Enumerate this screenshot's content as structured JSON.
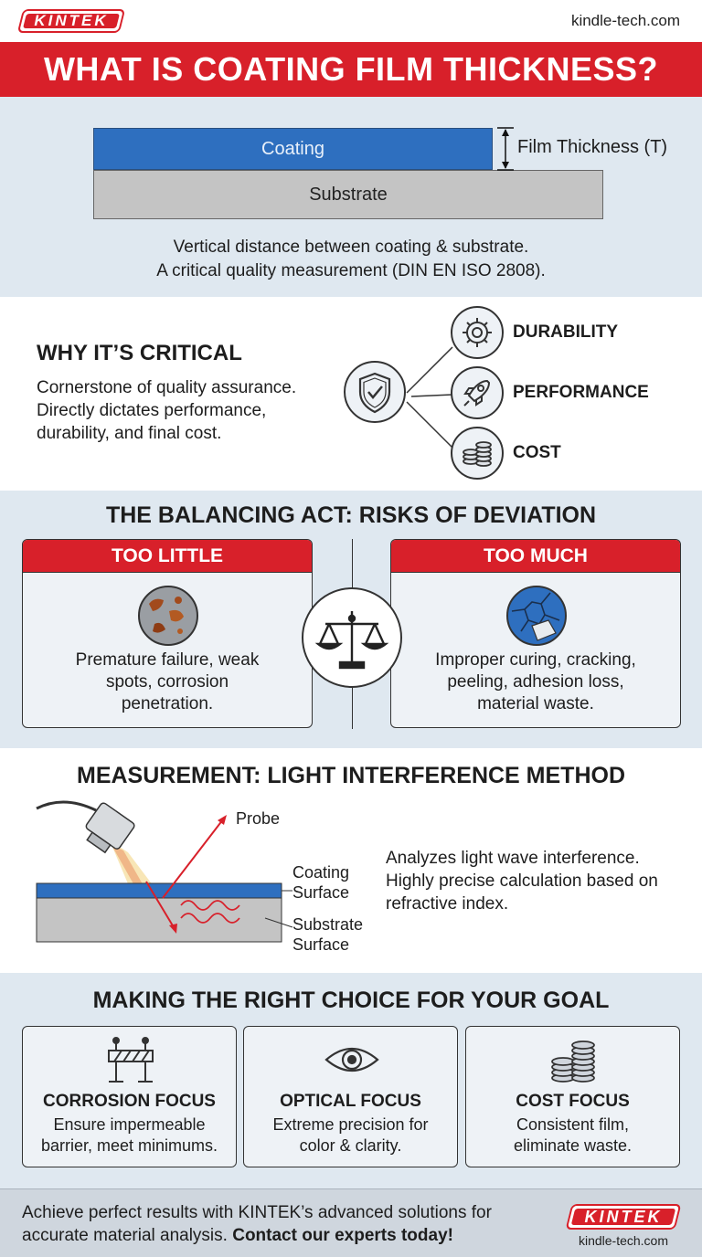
{
  "brand": {
    "logo": "KINTEK",
    "site": "kindle-tech.com"
  },
  "header": {
    "title": "WHAT IS COATING FILM THICKNESS?"
  },
  "diagram": {
    "coating_label": "Coating",
    "substrate_label": "Substrate",
    "thickness_label": "Film Thickness (T)",
    "description_line1": "Vertical distance between coating & substrate.",
    "description_line2": "A critical quality measurement (DIN EN ISO 2808)."
  },
  "critical": {
    "title": "WHY IT’S CRITICAL",
    "description": "Cornerstone of quality assurance. Directly dictates performance, durability, and final cost.",
    "center_icon": "shield-check-icon",
    "benefits": [
      {
        "label": "DURABILITY",
        "icon": "gear-icon"
      },
      {
        "label": "PERFORMANCE",
        "icon": "rocket-icon"
      },
      {
        "label": "COST",
        "icon": "coins-icon"
      }
    ]
  },
  "balance": {
    "title": "THE BALANCING ACT: RISKS OF DEVIATION",
    "too_little": {
      "heading": "TOO LITTLE",
      "icon": "rust-icon",
      "text_line1": "Premature failure, weak",
      "text_line2": "spots, corrosion",
      "text_line3": "penetration."
    },
    "too_much": {
      "heading": "TOO MUCH",
      "icon": "cracked-icon",
      "text_line1": "Improper curing, cracking,",
      "text_line2": "peeling, adhesion loss,",
      "text_line3": "material waste."
    },
    "center_icon": "scale-icon"
  },
  "measurement": {
    "title": "MEASUREMENT: LIGHT INTERFERENCE METHOD",
    "probe_label": "Probe",
    "coating_surface_line1": "Coating",
    "coating_surface_line2": "Surface",
    "substrate_surface_line1": "Substrate",
    "substrate_surface_line2": "Surface",
    "description": "Analyzes light wave interference. Highly precise calculation based on refractive index."
  },
  "goals": {
    "title": "MAKING THE RIGHT CHOICE FOR YOUR GOAL",
    "items": [
      {
        "icon": "barrier-icon",
        "title": "CORROSION FOCUS",
        "text_line1": "Ensure impermeable",
        "text_line2": "barrier, meet minimums."
      },
      {
        "icon": "eye-icon",
        "title": "OPTICAL FOCUS",
        "text_line1": "Extreme precision for",
        "text_line2": "color & clarity."
      },
      {
        "icon": "coins-icon",
        "title": "COST FOCUS",
        "text_line1": "Consistent film,",
        "text_line2": "eliminate waste."
      }
    ]
  },
  "footer": {
    "text_plain": "Achieve perfect results with KINTEK’s advanced solutions for accurate material analysis. ",
    "text_bold": "Contact our experts today!",
    "logo": "KINTEK",
    "site": "kindle-tech.com"
  },
  "colors": {
    "brand_red": "#d8202a",
    "coating_blue": "#2e6fbf",
    "substrate_gray": "#c4c4c4",
    "panel_bg": "#dfe8f0"
  }
}
